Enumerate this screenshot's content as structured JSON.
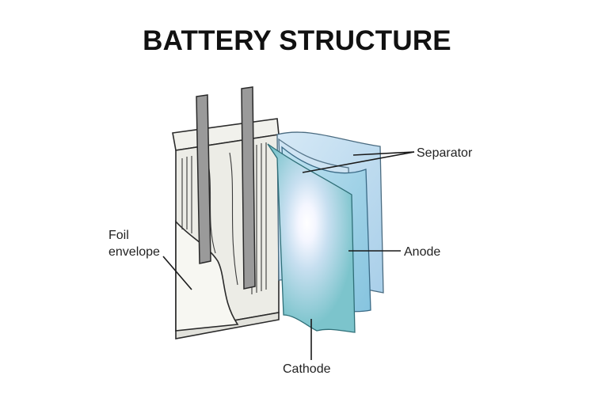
{
  "title": "BATTERY STRUCTURE",
  "labels": {
    "foil_line1": "Foil",
    "foil_line2": "envelope",
    "separator": "Separator",
    "anode": "Anode",
    "cathode": "Cathode"
  },
  "colors": {
    "outline": "#2a2a2a",
    "envelope": "#f1f1ec",
    "rod": "#9a9a9a",
    "separator": "#bcd9ee",
    "anode": "#9fcfe6",
    "cathode": "#8fd0d6",
    "glow": "#ffffff"
  }
}
